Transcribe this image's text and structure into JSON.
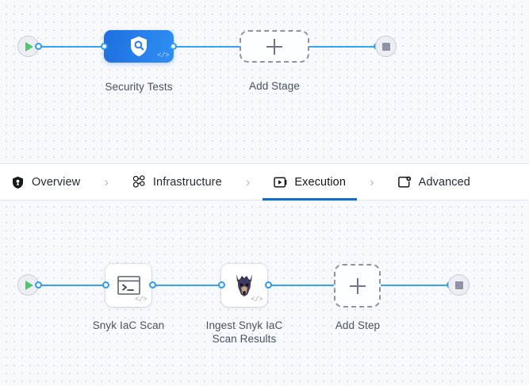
{
  "tabs": [
    {
      "id": "overview",
      "label": "Overview",
      "icon": "shield-icon",
      "active": false
    },
    {
      "id": "infrastructure",
      "label": "Infrastructure",
      "icon": "clover-nodes-icon",
      "active": false
    },
    {
      "id": "execution",
      "label": "Execution",
      "icon": "play-card-icon",
      "active": true
    },
    {
      "id": "advanced",
      "label": "Advanced",
      "icon": "window-gear-icon",
      "active": false
    }
  ],
  "separator": "›",
  "stage_graph": {
    "start_node": {
      "name": "start-node",
      "icon": "play-icon"
    },
    "end_node": {
      "name": "end-node",
      "icon": "stop-icon"
    },
    "nodes": [
      {
        "id": "security-tests",
        "label": "Security Tests",
        "icon": "shield-search-icon",
        "badge": "</>",
        "style": "gradient"
      },
      {
        "id": "add-stage",
        "label": "Add Stage",
        "icon": "plus-icon",
        "badge": "",
        "style": "dashed"
      }
    ]
  },
  "step_graph": {
    "start_node": {
      "name": "start-node",
      "icon": "play-icon"
    },
    "end_node": {
      "name": "end-node",
      "icon": "stop-icon"
    },
    "nodes": [
      {
        "id": "snyk-iac-scan",
        "label": "Snyk IaC Scan",
        "icon": "terminal-icon",
        "badge": "</>",
        "style": "white"
      },
      {
        "id": "ingest-results",
        "label": "Ingest Snyk IaC\nScan Results",
        "icon": "doberman-icon",
        "badge": "</>",
        "style": "white"
      },
      {
        "id": "add-step",
        "label": "Add Step",
        "icon": "plus-icon",
        "badge": "",
        "style": "dashed"
      }
    ]
  },
  "colors": {
    "wire": "#38a3f1",
    "accent": "#0b6ed0",
    "node_gradient_from": "#1f6fe0",
    "node_gradient_to": "#2f8ff3",
    "canvas_bg": "#f7f9fc",
    "grid_dot": "#d2dbe6",
    "label_text": "#4b5161",
    "play_green": "#55c46e",
    "stop_gray": "#8e93a3"
  }
}
